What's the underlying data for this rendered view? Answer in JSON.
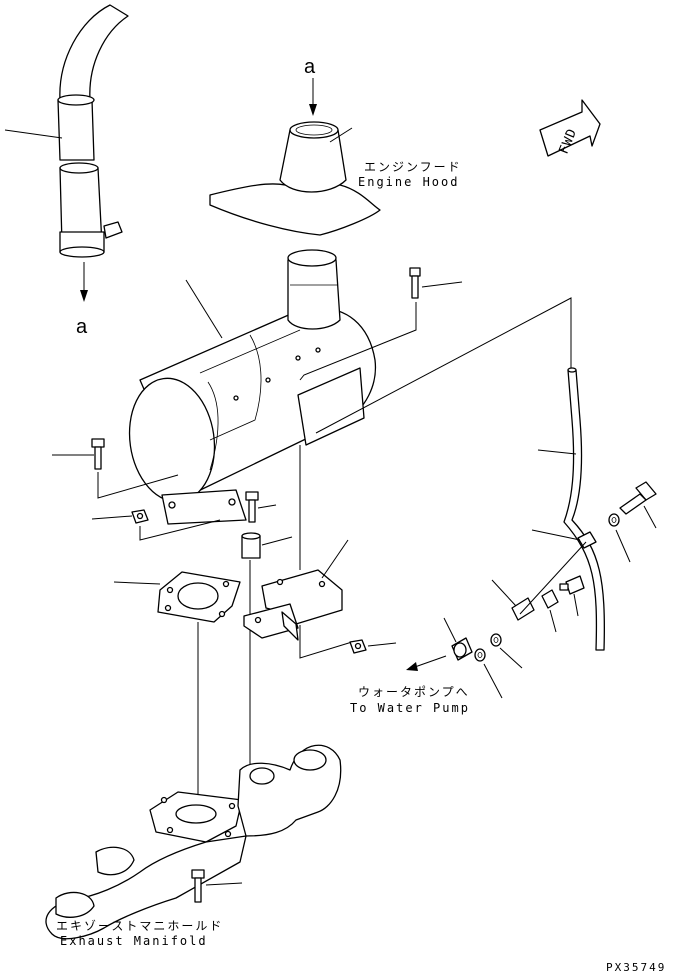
{
  "labels": {
    "flow_ref_top": "a",
    "flow_ref_bottom": "a",
    "engine_hood_jp": "エンジンフード",
    "engine_hood_en": "Engine Hood",
    "water_pump_jp": "ウォータポンプへ",
    "water_pump_en": "To Water Pump",
    "exhaust_manifold_jp": "エキゾーストマニホールド",
    "exhaust_manifold_en": "Exhaust Manifold",
    "fwd": "FWD",
    "drawing_number": "PX35749"
  }
}
